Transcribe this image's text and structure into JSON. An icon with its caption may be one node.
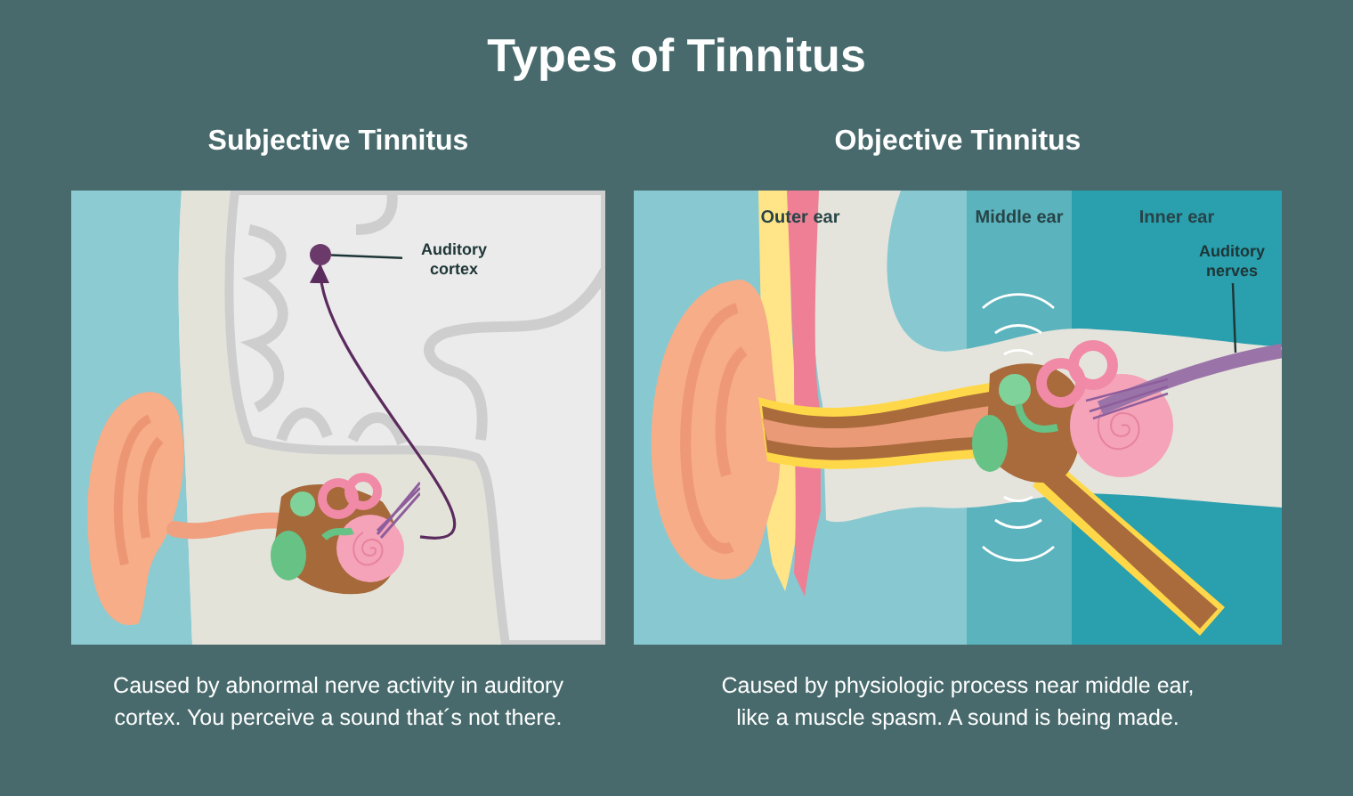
{
  "diagram": {
    "title": "Types of Tinnitus",
    "nodes": [
      {
        "text": [
          "Subjective Tinnitus"
        ],
        "beside": [
          "Caused by abnormal nerve activity in auditory cortex. You perceive a sound that´s not there."
        ]
      },
      {
        "text": [
          "Auditory cortex"
        ],
        "in": 0
      },
      {
        "text": [],
        "shape": "circle",
        "in": 0
      },
      {
        "text": [],
        "shape": "picture",
        "in": 0
      },
      {
        "text": [
          "Objective Tinnitus"
        ],
        "beside": [
          "Caused by physiologic process near middle ear, like a muscle spasm. A sound is being made."
        ]
      },
      {
        "text": [
          "Outer ear"
        ],
        "in": 4
      },
      {
        "text": [
          "Middle ear"
        ],
        "in": 4
      },
      {
        "text": [
          "Inner ear"
        ],
        "in": 4
      },
      {
        "text": [
          "Auditory nerves"
        ],
        "in": 7
      }
    ],
    "edges": [
      {
        "from": 1,
        "to": 2,
        "arrow": "none"
      },
      {
        "from": 3,
        "to": 2,
        "arrow": "to",
        "color": "#5b2b5e"
      },
      {
        "from": 8,
        "to": null,
        "arrow": "none"
      }
    ]
  }
}
